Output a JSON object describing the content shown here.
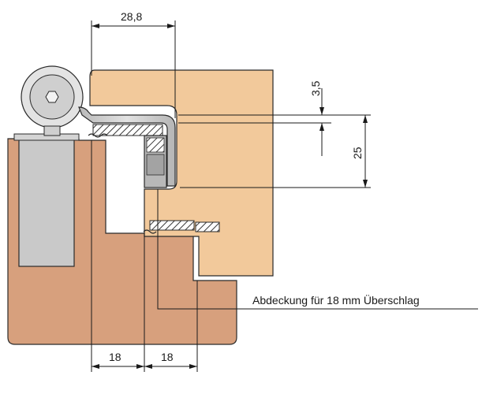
{
  "diagram": {
    "dimensions": {
      "top_width": "28,8",
      "gap_small": "3,5",
      "height_right": "25",
      "bottom_left": "18",
      "bottom_right": "18"
    },
    "callout": "Abdeckung für 18 mm Überschlag",
    "colors": {
      "frame_wood": "#d7a07d",
      "sash_wood": "#f2c99b",
      "metal": "#c9c9c9",
      "metal_dark": "#8a8a8a",
      "line": "#1a1a1a"
    }
  }
}
